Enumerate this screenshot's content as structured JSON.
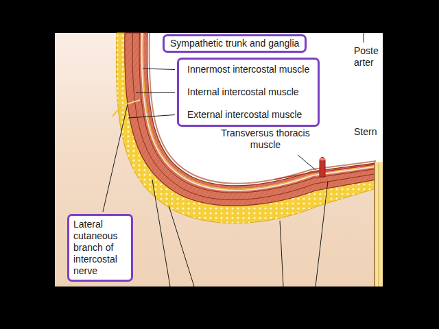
{
  "diagram": {
    "nodes": [
      {
        "text": [
          "Sympathetic trunk and ganglia"
        ]
      },
      {
        "text": [
          "Innermost intercostal muscle",
          "Internal intercostal muscle",
          "External intercostal muscle"
        ]
      },
      {
        "text": [
          "Lateral cutaneous branch of intercostal nerve"
        ]
      }
    ],
    "labels": [
      "Poste arter",
      "Transversus thoracis muscle",
      "Stern"
    ]
  }
}
